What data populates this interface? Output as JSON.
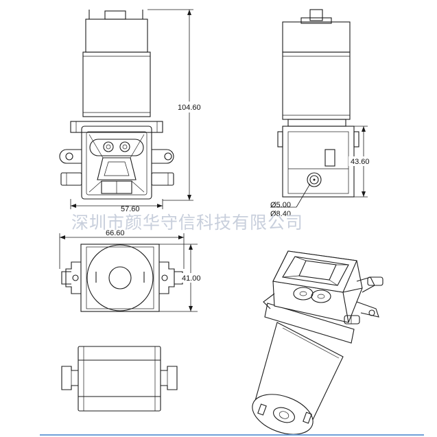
{
  "drawing": {
    "dimensions": {
      "overall_height": "104.60",
      "base_width": "57.60",
      "side_height": "43.60",
      "port_inner_dia": "Ø5.00",
      "port_outer_dia": "Ø8.40",
      "top_width": "66.60",
      "top_depth": "41.00"
    },
    "watermark": "深圳市颜华守信科技有限公司"
  },
  "colors": {
    "line": "#1a1a1a",
    "watermark": "#c8cfdc",
    "footer_bar": "#6f9fd8"
  }
}
